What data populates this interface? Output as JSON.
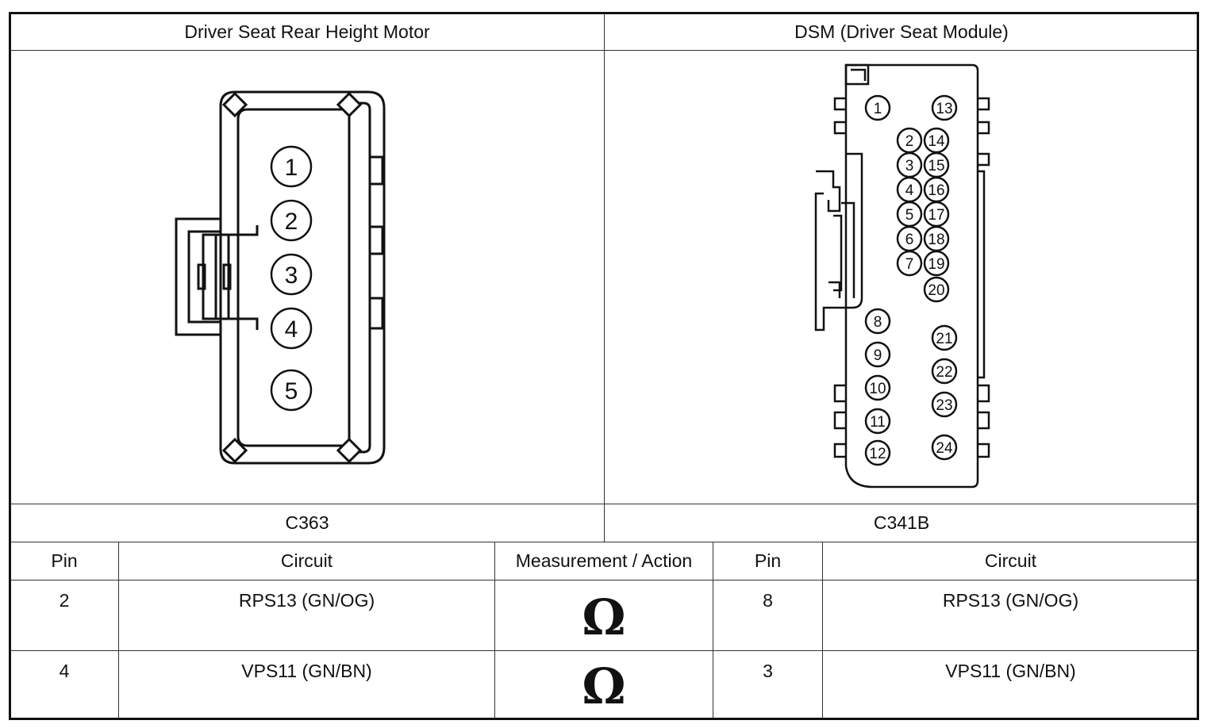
{
  "headers": {
    "left": "Driver Seat Rear Height Motor",
    "right": "DSM (Driver Seat Module)"
  },
  "connectors": {
    "left_id": "C363",
    "right_id": "C341B",
    "left_pins": [
      "1",
      "2",
      "3",
      "4",
      "5"
    ],
    "right_pins": [
      "1",
      "2",
      "3",
      "4",
      "5",
      "6",
      "7",
      "8",
      "9",
      "10",
      "11",
      "12",
      "13",
      "14",
      "15",
      "16",
      "17",
      "18",
      "19",
      "20",
      "21",
      "22",
      "23",
      "24"
    ]
  },
  "table": {
    "columns": [
      "Pin",
      "Circuit",
      "Measurement / Action",
      "Pin",
      "Circuit"
    ],
    "rows": [
      {
        "pin_a": "2",
        "circuit_a": "RPS13 (GN/OG)",
        "action": "Ω",
        "pin_b": "8",
        "circuit_b": "RPS13 (GN/OG)"
      },
      {
        "pin_a": "4",
        "circuit_a": "VPS11 (GN/BN)",
        "action": "Ω",
        "pin_b": "3",
        "circuit_b": "VPS11 (GN/BN)"
      }
    ]
  }
}
